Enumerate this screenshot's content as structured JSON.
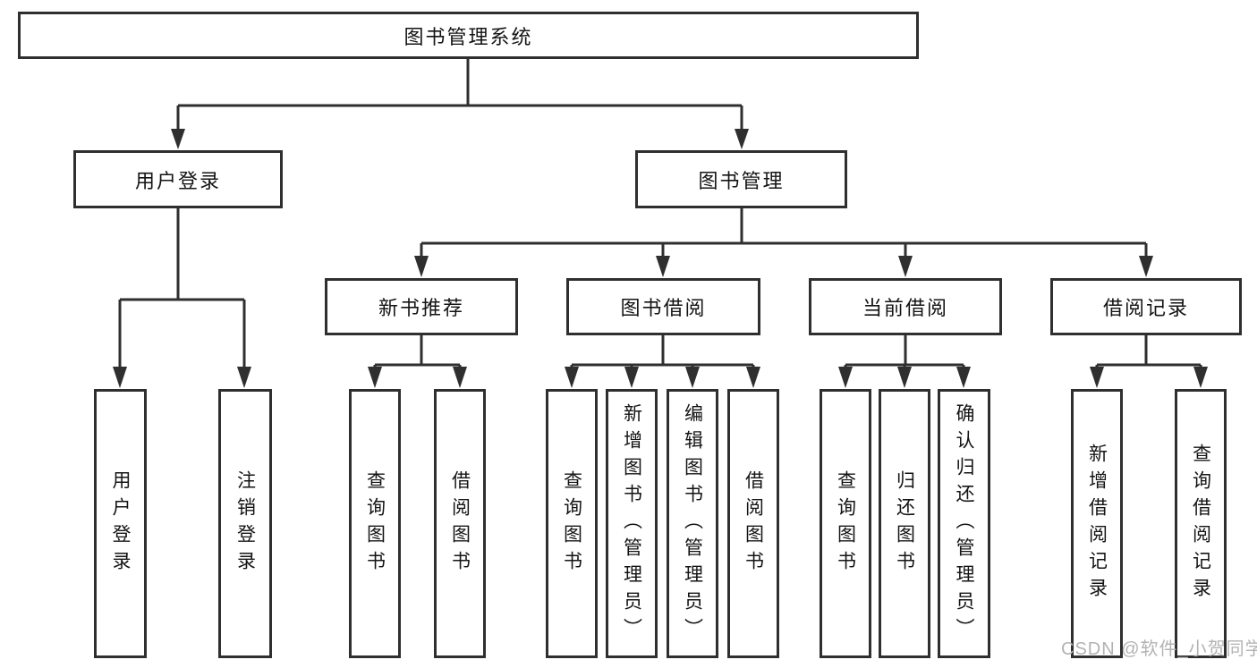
{
  "diagram": {
    "root": {
      "label": "图书管理系统",
      "children": [
        {
          "label": "用户登录",
          "children": [
            {
              "label": "用户登录"
            },
            {
              "label": "注销登录"
            }
          ]
        },
        {
          "label": "图书管理",
          "children": [
            {
              "label": "新书推荐",
              "children": [
                {
                  "label": "查询图书"
                },
                {
                  "label": "借阅图书"
                }
              ]
            },
            {
              "label": "图书借阅",
              "children": [
                {
                  "label": "查询图书"
                },
                {
                  "label": "新增图书（管理员）"
                },
                {
                  "label": "编辑图书（管理员）"
                },
                {
                  "label": "借阅图书"
                }
              ]
            },
            {
              "label": "当前借阅",
              "children": [
                {
                  "label": "查询图书"
                },
                {
                  "label": "归还图书"
                },
                {
                  "label": "确认归还（管理员）"
                }
              ]
            },
            {
              "label": "借阅记录",
              "children": [
                {
                  "label": "新增借阅记录"
                },
                {
                  "label": "查询借阅记录"
                }
              ]
            }
          ]
        }
      ]
    }
  },
  "watermark": {
    "text": "CSDN @软件_小贺同学"
  },
  "colors": {
    "line": "#2f2f2f",
    "box_border": "#2f2f2f",
    "box_fill": "#ffffff",
    "label_text": "#141414",
    "watermark_text": "#b3b3b3",
    "background": "#ffffff"
  }
}
